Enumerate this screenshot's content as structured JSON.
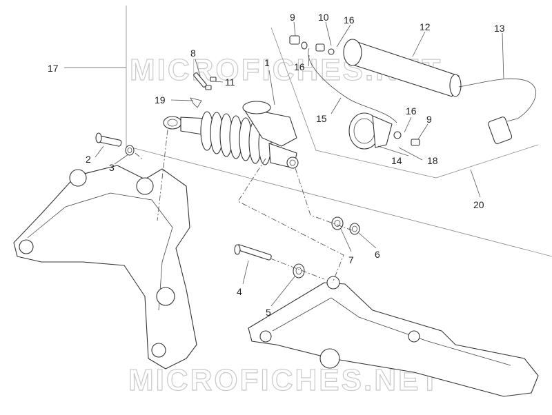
{
  "watermark": "MICROFICHES.NET",
  "callouts": {
    "c1": "1",
    "c2": "2",
    "c3": "3",
    "c4": "4",
    "c5": "5",
    "c6": "6",
    "c7": "7",
    "c8": "8",
    "c9a": "9",
    "c9b": "9",
    "c10": "10",
    "c11": "11",
    "c12": "12",
    "c13": "13",
    "c14": "14",
    "c15": "15",
    "c16a": "16",
    "c16b": "16",
    "c16c": "16",
    "c17": "17",
    "c18": "18",
    "c19": "19",
    "c20": "20"
  }
}
